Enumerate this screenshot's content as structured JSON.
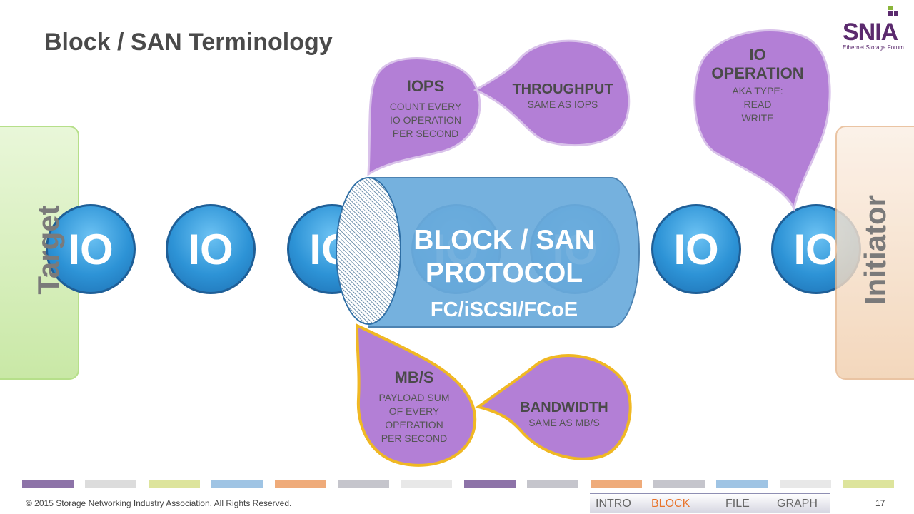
{
  "slide": {
    "title": "Block / SAN Terminology",
    "logo": {
      "text": "SNIA",
      "subtitle": "Ethernet Storage Forum"
    },
    "target_label": "Target",
    "initiator_label": "Initiator",
    "io_label": "IO",
    "protocol": {
      "line1": "BLOCK / SAN",
      "line2": "PROTOCOL",
      "line3": "FC/iSCSI/FCoE"
    },
    "bubbles": {
      "iops": {
        "title": "IOPS",
        "text": [
          "COUNT EVERY",
          "IO OPERATION",
          "PER SECOND"
        ]
      },
      "throughput": {
        "title": "THROUGHPUT",
        "text": [
          "SAME AS IOPS"
        ]
      },
      "io_operation": {
        "title": [
          "IO",
          "OPERATION"
        ],
        "text": [
          "AKA TYPE:",
          "READ",
          "WRITE"
        ]
      },
      "mbs": {
        "title": "MB/S",
        "text": [
          "PAYLOAD SUM",
          "OF EVERY",
          "OPERATION",
          "PER SECOND"
        ]
      },
      "bandwidth": {
        "title": "BANDWIDTH",
        "text": [
          "SAME AS MB/S"
        ]
      }
    },
    "footer": "© 2015 Storage Networking Industry Association. All Rights Reserved.",
    "page_number": "17",
    "nav": {
      "items": [
        "INTRO",
        "BLOCK",
        "FILE",
        "GRAPH"
      ],
      "active": "BLOCK"
    },
    "colors": {
      "bubble_purple": "#b37fd6",
      "io_blue": "#2d93d6",
      "cylinder_blue": "#5ea4d9",
      "accent_orange": "#e8742c",
      "gold_outline": "#f0b823",
      "color_bars": [
        "#8d73a8",
        "#dcdcdc",
        "#dde49c",
        "#9fc4e4",
        "#efab7a",
        "#c5c5cc",
        "#e8e8e8",
        "#8d73a8",
        "#c5c5cc",
        "#efab7a",
        "#c5c5cc",
        "#9fc4e4",
        "#e8e8e8",
        "#dde49c"
      ]
    }
  }
}
